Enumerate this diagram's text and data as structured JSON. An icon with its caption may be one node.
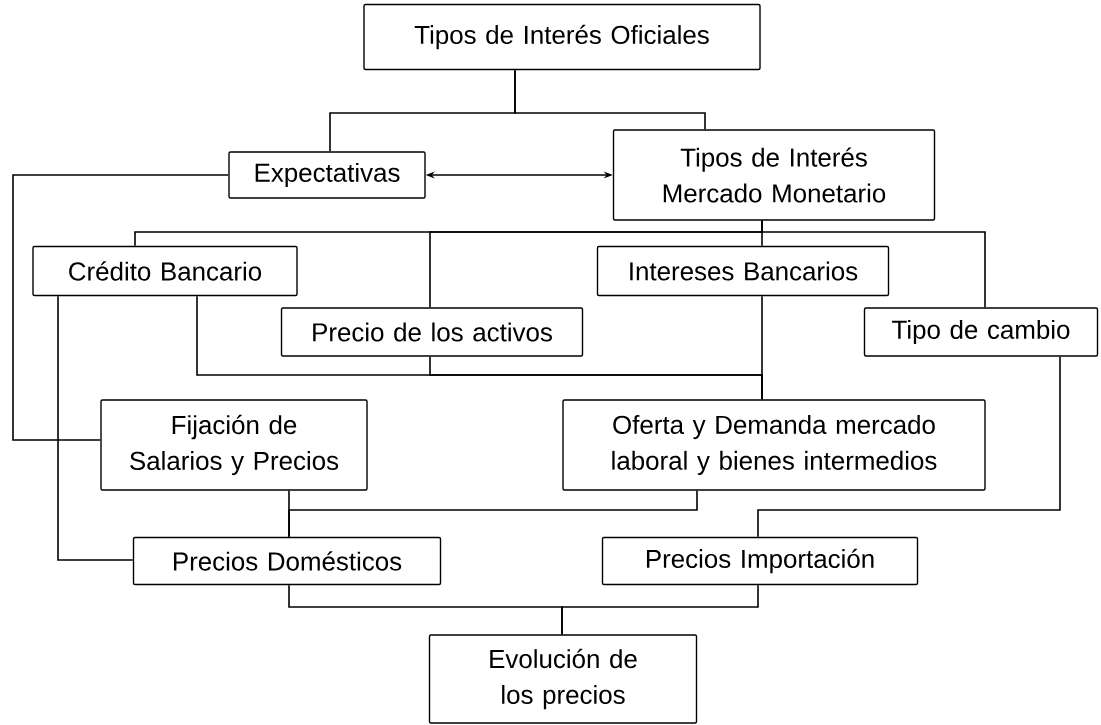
{
  "diagram": {
    "nodes": [
      {
        "text": [
          "Tipos de Interés Oficiales"
        ]
      },
      {
        "text": [
          "Expectativas"
        ]
      },
      {
        "text": [
          "Tipos de Interés Mercado Monetario"
        ]
      },
      {
        "text": [
          "Crédito Bancario"
        ]
      },
      {
        "text": [
          "Precio de los activos"
        ]
      },
      {
        "text": [
          "Intereses Bancarios"
        ]
      },
      {
        "text": [
          "Tipo de cambio"
        ]
      },
      {
        "text": [
          "Fijación de Salarios y Precios"
        ]
      },
      {
        "text": [
          "Oferta y Demanda mercado laboral y bienes intermedios"
        ]
      },
      {
        "text": [
          "Precios Domésticos"
        ]
      },
      {
        "text": [
          "Precios Importación"
        ]
      },
      {
        "text": [
          "Evolución de los precios"
        ]
      }
    ],
    "edges": [
      {
        "from": 0,
        "to": 1,
        "arrow": "none"
      },
      {
        "from": 0,
        "to": 2,
        "arrow": "none"
      },
      {
        "from": 1,
        "to": 2,
        "arrow": "both"
      },
      {
        "from": 1,
        "to": 7,
        "arrow": "none"
      },
      {
        "from": 2,
        "to": 3,
        "arrow": "none"
      },
      {
        "from": 2,
        "to": 4,
        "arrow": "none"
      },
      {
        "from": 2,
        "to": 5,
        "arrow": "none"
      },
      {
        "from": 2,
        "to": 6,
        "arrow": "none"
      },
      {
        "from": 3,
        "to": 8,
        "arrow": "none"
      },
      {
        "from": 4,
        "to": 8,
        "arrow": "none"
      },
      {
        "from": 5,
        "to": 8,
        "arrow": "none"
      },
      {
        "from": 3,
        "to": 9,
        "arrow": "none"
      },
      {
        "from": 7,
        "to": 9,
        "arrow": "none"
      },
      {
        "from": 8,
        "to": 9,
        "arrow": "none"
      },
      {
        "from": 6,
        "to": 10,
        "arrow": "none"
      },
      {
        "from": 9,
        "to": 11,
        "arrow": "none"
      },
      {
        "from": 10,
        "to": 11,
        "arrow": "none"
      }
    ]
  }
}
